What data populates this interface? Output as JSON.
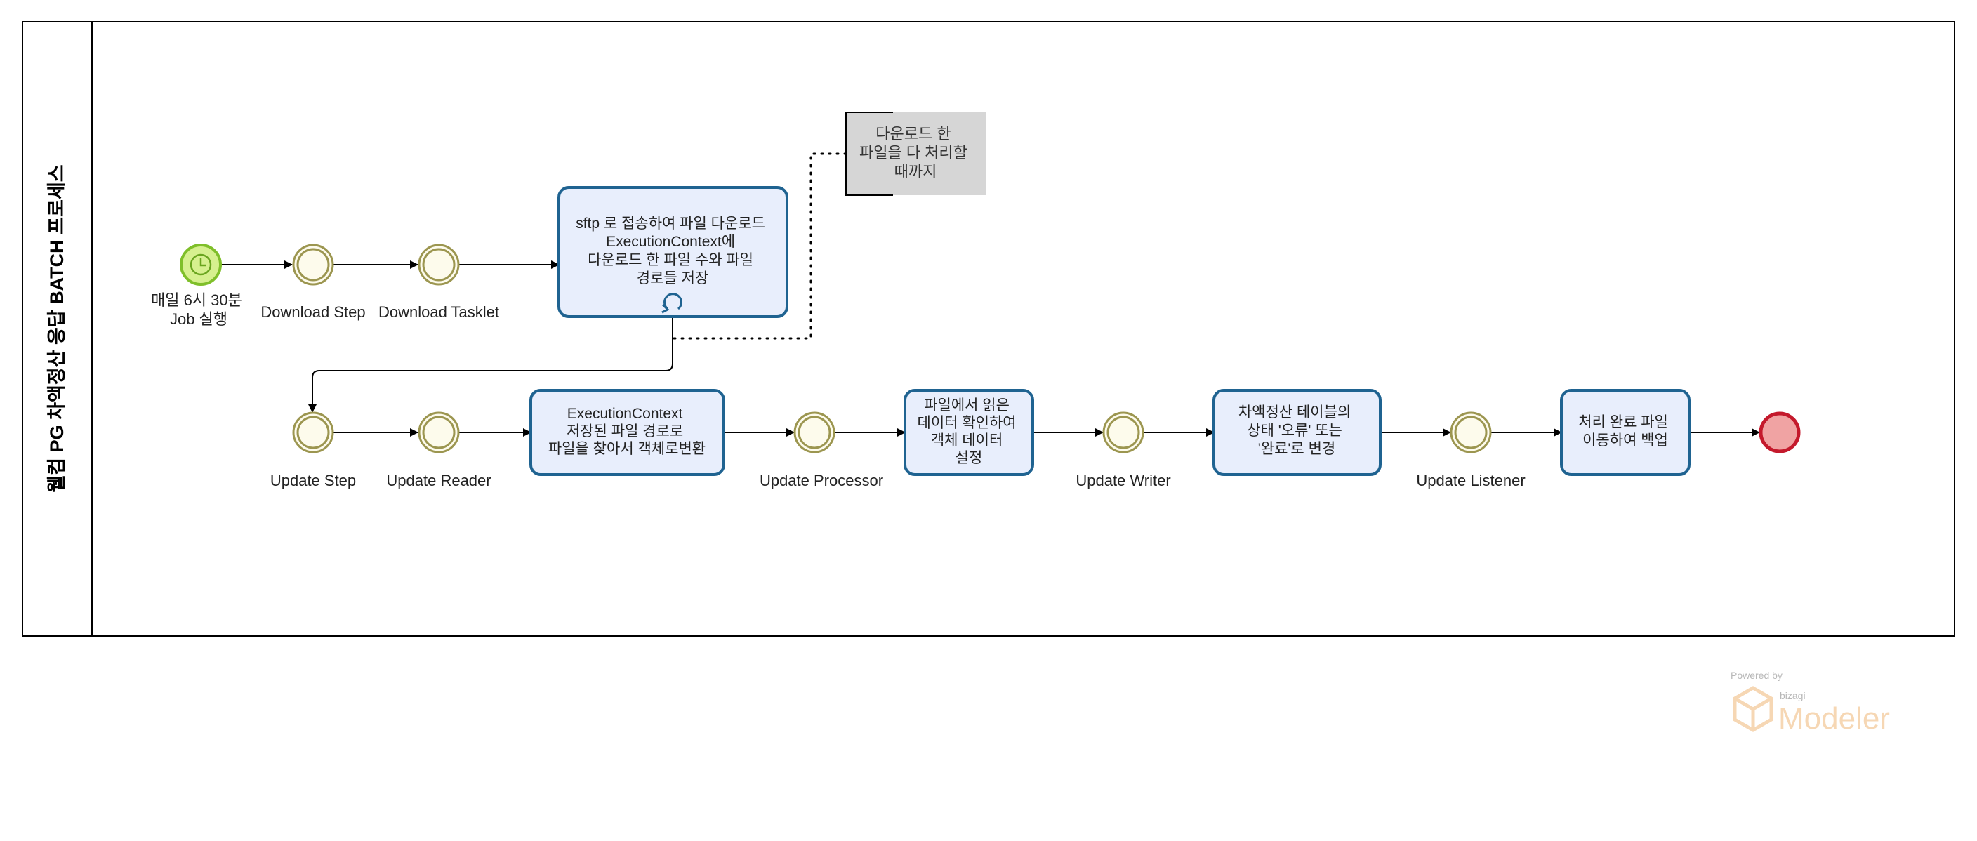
{
  "pool": {
    "title": "웰컴 PG 차액정산 응답 BATCH 프로세스"
  },
  "events": {
    "timer_start": {
      "label": [
        "매일 6시 30분",
        "Job 실행"
      ],
      "icon": "clock-icon",
      "fill": "#d6f08f",
      "stroke": "#7fbf2a"
    },
    "download_step": {
      "label": [
        "Download Step"
      ]
    },
    "download_tasklet": {
      "label": [
        "Download Tasklet"
      ]
    },
    "update_step": {
      "label": [
        "Update Step"
      ]
    },
    "update_reader": {
      "label": [
        "Update Reader"
      ]
    },
    "update_processor": {
      "label": [
        "Update Processor"
      ]
    },
    "update_writer": {
      "label": [
        "Update Writer"
      ]
    },
    "update_listener": {
      "label": [
        "Update Listener"
      ]
    },
    "end": {
      "label": [],
      "fill": "#f0a3a3",
      "stroke": "#c4192c"
    }
  },
  "tasks": {
    "sftp_download": {
      "lines": [
        "sftp 로 접송하여 파일 다운로드",
        "ExecutionContext에",
        "다운로드 한 파일 수와 파일",
        "경로들 저장"
      ],
      "loop_icon": "loop-icon"
    },
    "execution_context": {
      "lines": [
        "ExecutionContext",
        "저장된 파일 경로로",
        "파일을 찾아서 객체로변환"
      ]
    },
    "read_data": {
      "lines": [
        "파일에서 읽은",
        "데이터 확인하여",
        "객체 데이터",
        "설정"
      ]
    },
    "update_status": {
      "lines": [
        "차액정산 테이블의",
        "상태 '오류' 또는",
        "'완료'로 변경"
      ]
    },
    "move_backup": {
      "lines": [
        "처리 완료 파일",
        "이동하여 백업"
      ]
    }
  },
  "annotation": {
    "lines": [
      "다운로드 한",
      "파일을 다 처리할",
      "때까지"
    ]
  },
  "colors": {
    "task_fill": "#e8eefc",
    "task_stroke": "#1f6391",
    "event_fill": "#fdfbec",
    "event_stroke": "#9c9650",
    "annotation_fill": "#d6d6d6"
  },
  "watermark": {
    "powered_by": "Powered by",
    "brand": "bizagi",
    "product": "Modeler"
  }
}
